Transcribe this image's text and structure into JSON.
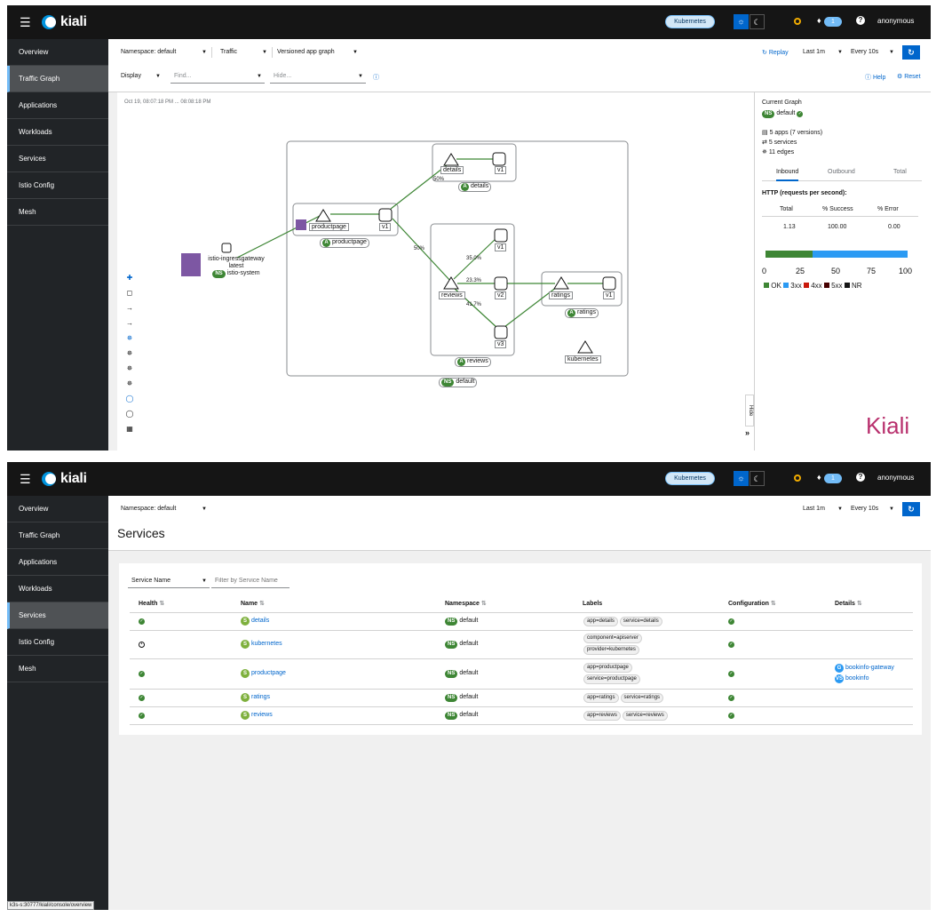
{
  "masthead": {
    "brand": "kiali",
    "cluster_badge": "Kubernetes",
    "notifications_count": "1",
    "user": "anonymous"
  },
  "sidebar": {
    "items": [
      "Overview",
      "Traffic Graph",
      "Applications",
      "Workloads",
      "Services",
      "Istio Config",
      "Mesh"
    ]
  },
  "graph_page": {
    "namespace_label": "Namespace:",
    "namespace_value": "default",
    "traffic": "Traffic",
    "graph_type": "Versioned app graph",
    "display": "Display",
    "find_placeholder": "Find...",
    "hide_placeholder": "Hide...",
    "replay": "Replay",
    "duration": "Last 1m",
    "interval": "Every 10s",
    "help": "Help",
    "reset": "Reset",
    "timestamp": "Oct 19, 08:07:18 PM ... 08:08:18 PM",
    "nodes": {
      "details": "details",
      "details_v1": "v1",
      "details_app": "details",
      "productpage": "productpage",
      "productpage_v1": "v1",
      "productpage_app": "productpage",
      "reviews": "reviews",
      "reviews_v1": "v1",
      "reviews_v2": "v2",
      "reviews_v3": "v3",
      "reviews_app": "reviews",
      "ratings": "ratings",
      "ratings_v1": "v1",
      "ratings_app": "ratings",
      "kubernetes": "kubernetes",
      "ingress_name": "istio-ingressgateway",
      "ingress_version": "latest",
      "ingress_ns": "istio-system",
      "ns_default": "default"
    },
    "edges": {
      "to_details": "50%",
      "to_reviews": "50%",
      "reviews_v1": "35.0%",
      "reviews_v2": "23.3%",
      "reviews_v3": "41.7%"
    },
    "summary": {
      "title": "Current Graph",
      "namespace": "default",
      "apps": "5 apps (7 versions)",
      "services": "5 services",
      "edges": "11 edges",
      "tabs": [
        "Inbound",
        "Outbound",
        "Total"
      ],
      "http_title": "HTTP (requests per second):",
      "col_total": "Total",
      "col_success": "% Success",
      "col_error": "% Error",
      "val_total": "1.13",
      "val_success": "100.00",
      "val_error": "0.00",
      "axis_ticks": [
        "0",
        "25",
        "50",
        "75",
        "100"
      ],
      "legend": [
        "OK",
        "3xx",
        "4xx",
        "5xx",
        "NR"
      ],
      "legend_colors": [
        "#3e8635",
        "#2b9af3",
        "#c9190b",
        "#470000",
        "#151515"
      ],
      "bar_ok_fraction": 0.33,
      "bar_3xx_fraction": 0.67,
      "hide_label": "Hide",
      "brand": "Kiali"
    }
  },
  "services_page": {
    "namespace_label": "Namespace:",
    "namespace_value": "default",
    "duration": "Last 1m",
    "interval": "Every 10s",
    "title": "Services",
    "filter_type": "Service Name",
    "filter_placeholder": "Filter by Service Name",
    "columns": [
      "Health",
      "Name",
      "Namespace",
      "Labels",
      "Configuration",
      "Details"
    ],
    "rows": [
      {
        "health": "ok",
        "name": "details",
        "namespace": "default",
        "labels": [
          "app=details",
          "service=details"
        ],
        "config": "ok",
        "details": []
      },
      {
        "health": "na",
        "name": "kubernetes",
        "namespace": "default",
        "labels": [
          "component=apiserver",
          "provider=kubernetes"
        ],
        "config": "ok",
        "details": []
      },
      {
        "health": "ok",
        "name": "productpage",
        "namespace": "default",
        "labels": [
          "app=productpage",
          "service=productpage"
        ],
        "config": "ok",
        "details": [
          {
            "badge": "G",
            "text": "bookinfo-gateway"
          },
          {
            "badge": "VS",
            "text": "bookinfo"
          }
        ]
      },
      {
        "health": "ok",
        "name": "ratings",
        "namespace": "default",
        "labels": [
          "app=ratings",
          "service=ratings"
        ],
        "config": "ok",
        "details": []
      },
      {
        "health": "ok",
        "name": "reviews",
        "namespace": "default",
        "labels": [
          "app=reviews",
          "service=reviews"
        ],
        "config": "ok",
        "details": []
      }
    ],
    "status_url": "k3s-s:30777/kiali/console/overview"
  }
}
